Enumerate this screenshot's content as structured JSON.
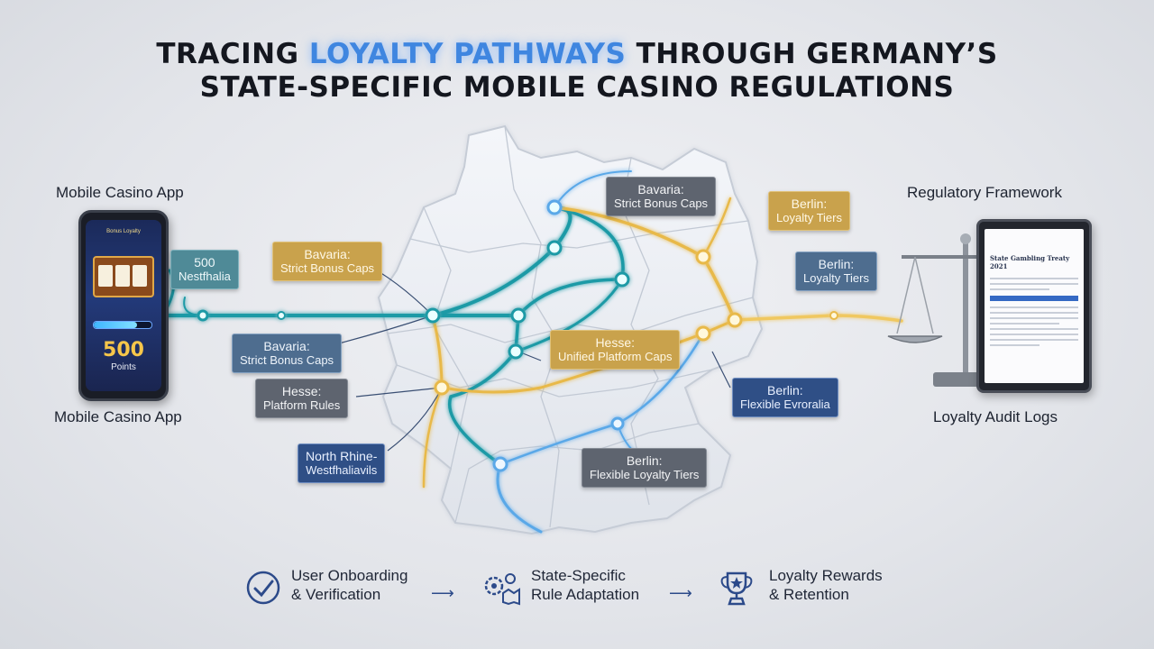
{
  "header": {
    "title_line1_before": "TRACING ",
    "title_line1_highlight": "LOYALTY PATHWAYS",
    "title_line1_after": " THROUGH GERMANY’S",
    "title_line2": "STATE-SPECIFIC MOBILE CASINO REGULATIONS"
  },
  "left_panel": {
    "top_label": "Mobile Casino App",
    "bottom_label": "Mobile Casino App",
    "phone": {
      "header_text": "Bonus Loyalty",
      "points": "500",
      "points_label": "Points",
      "progress": 0.75
    }
  },
  "right_panel": {
    "top_label": "Regulatory Framework",
    "bottom_label": "Loyalty Audit Logs",
    "tablet": {
      "heading": "State Gambling Treaty 2021"
    }
  },
  "map_tags": [
    {
      "id": "tag-500",
      "head": "500",
      "text": "Nestfhalia",
      "style": "teal"
    },
    {
      "id": "tag-bavaria-left",
      "head": "Bavaria:",
      "text": "Strict Bonus Caps",
      "style": "gold"
    },
    {
      "id": "tag-bavaria-lower",
      "head": "Bavaria:",
      "text": "Strict Bonus Caps",
      "style": "steel"
    },
    {
      "id": "tag-hesse-left",
      "head": "Hesse:",
      "text": "Platform Rules",
      "style": "grey"
    },
    {
      "id": "tag-nrw",
      "head": "North Rhine-",
      "text": "Westfhaliavils",
      "style": "navy"
    },
    {
      "id": "tag-bavaria-top",
      "head": "Bavaria:",
      "text": "Strict Bonus Caps",
      "style": "grey"
    },
    {
      "id": "tag-berlin-gold",
      "head": "Berlin:",
      "text": "Loyalty Tiers",
      "style": "gold"
    },
    {
      "id": "tag-berlin-steel",
      "head": "Berlin:",
      "text": "Loyalty Tiers",
      "style": "steel"
    },
    {
      "id": "tag-hesse-center",
      "head": "Hesse:",
      "text": "Unified Platform Caps",
      "style": "gold"
    },
    {
      "id": "tag-berlin-navy",
      "head": "Berlin:",
      "text": "Flexible Evroralia",
      "style": "navy"
    },
    {
      "id": "tag-berlin-grey",
      "head": "Berlin:",
      "text": "Flexible Loyalty Tiers",
      "style": "grey"
    }
  ],
  "flow": [
    {
      "line1": "User Onboarding",
      "line2": "& Verification",
      "icon": "check-circle-icon"
    },
    {
      "line1": "State-Specific",
      "line2": "Rule Adaptation",
      "icon": "gears-map-icon"
    },
    {
      "line1": "Loyalty Rewards",
      "line2": "& Retention",
      "icon": "trophy-icon"
    }
  ],
  "colors": {
    "teal": "#1f9aa6",
    "gold": "#e8b94a",
    "blue": "#5aa8e8",
    "navy": "#2c4a8a"
  }
}
